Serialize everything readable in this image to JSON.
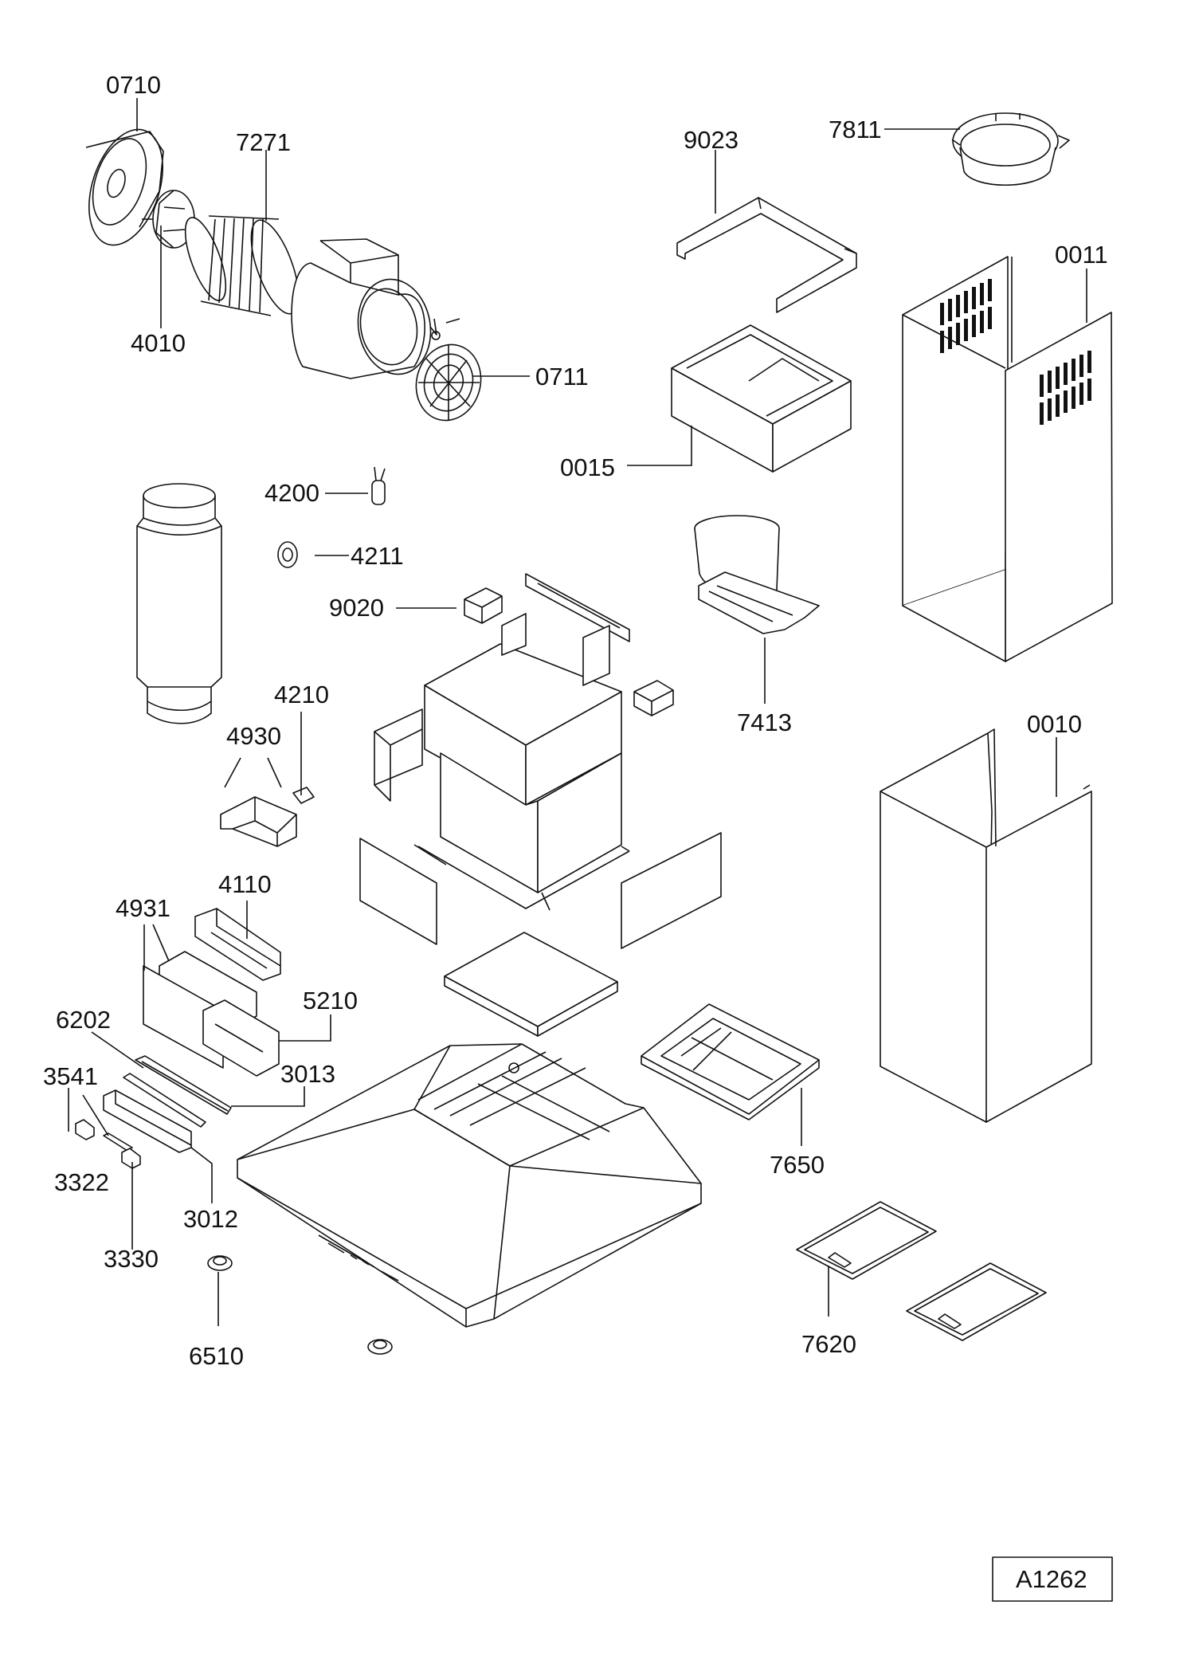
{
  "labels": {
    "p0710": "0710",
    "p7271": "7271",
    "p4010": "4010",
    "p0711": "0711",
    "p9023": "9023",
    "p7811": "7811",
    "p0011": "0011",
    "p0015": "0015",
    "p4200": "4200",
    "p4211": "4211",
    "p9020": "9020",
    "p7413": "7413",
    "p4210": "4210",
    "p4930": "4930",
    "p0010": "0010",
    "p4110": "4110",
    "p4931": "4931",
    "p5210": "5210",
    "p6202": "6202",
    "p3541": "3541",
    "p3013": "3013",
    "p3322": "3322",
    "p3012": "3012",
    "p7650": "7650",
    "p3330": "3330",
    "p6510": "6510",
    "p7620": "7620"
  },
  "drawing_code": "A1262"
}
